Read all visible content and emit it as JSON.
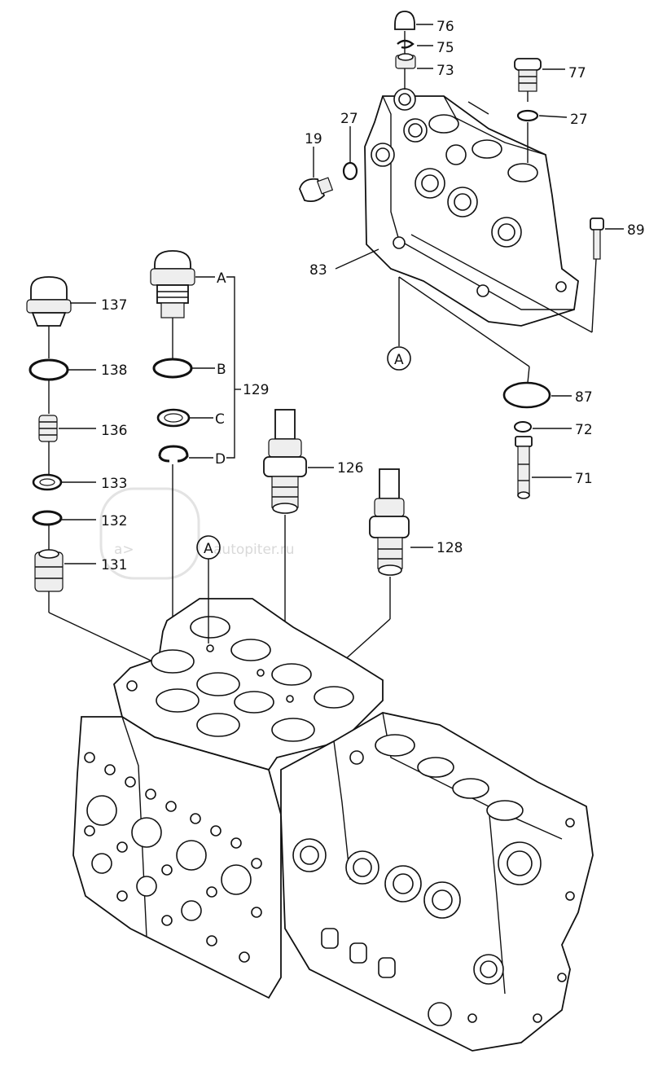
{
  "callouts": [
    {
      "id": "76",
      "text": "76"
    },
    {
      "id": "75",
      "text": "75"
    },
    {
      "id": "73",
      "text": "73"
    },
    {
      "id": "77",
      "text": "77"
    },
    {
      "id": "27a",
      "text": "27"
    },
    {
      "id": "27b",
      "text": "27"
    },
    {
      "id": "19",
      "text": "19"
    },
    {
      "id": "89",
      "text": "89"
    },
    {
      "id": "83",
      "text": "83"
    },
    {
      "id": "137",
      "text": "137"
    },
    {
      "id": "138",
      "text": "138"
    },
    {
      "id": "136",
      "text": "136"
    },
    {
      "id": "133",
      "text": "133"
    },
    {
      "id": "132",
      "text": "132"
    },
    {
      "id": "131",
      "text": "131"
    },
    {
      "id": "A1",
      "text": "A"
    },
    {
      "id": "B",
      "text": "B"
    },
    {
      "id": "C",
      "text": "C"
    },
    {
      "id": "D",
      "text": "D"
    },
    {
      "id": "129",
      "text": "129"
    },
    {
      "id": "126",
      "text": "126"
    },
    {
      "id": "128",
      "text": "128"
    },
    {
      "id": "87",
      "text": "87"
    },
    {
      "id": "72",
      "text": "72"
    },
    {
      "id": "71",
      "text": "71"
    }
  ],
  "ref_circles": [
    {
      "id": "refA_top",
      "text": "A"
    },
    {
      "id": "refA_mid",
      "text": "A"
    }
  ],
  "watermark": {
    "text": "autopiter.ru",
    "logo": "a>"
  }
}
